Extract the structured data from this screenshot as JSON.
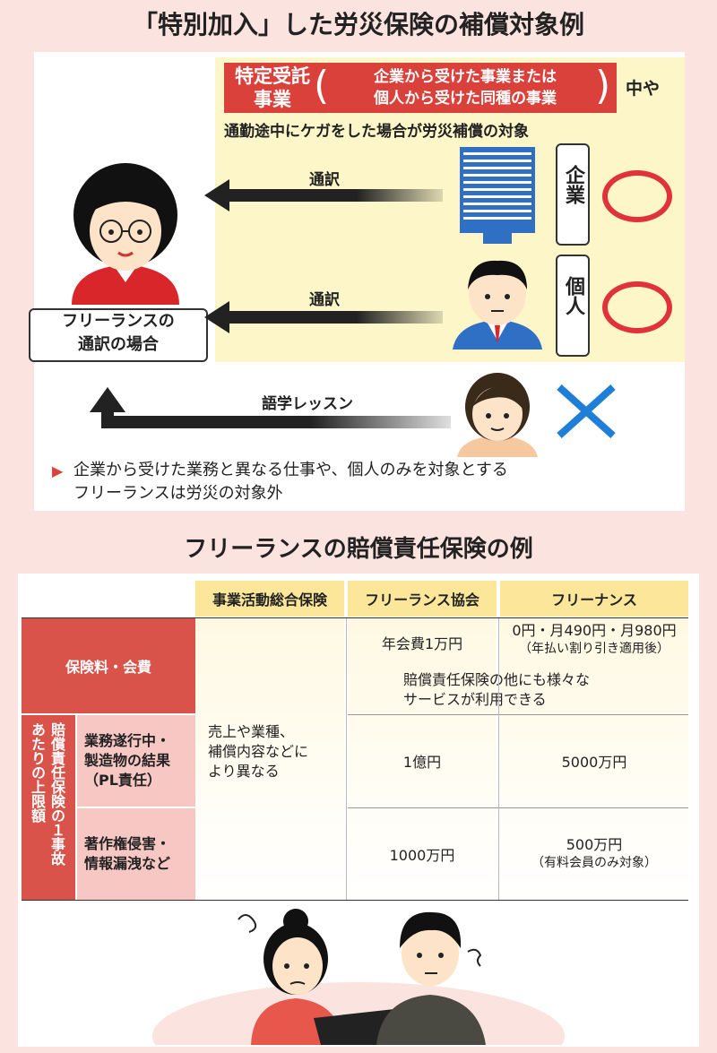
{
  "top": {
    "title": "「特別加入」した労災保険の補償対象例",
    "banner": {
      "main_line1": "特定受託",
      "main_line2": "事業",
      "paren_line1": "企業から受けた事業または",
      "paren_line2": "個人から受けた同種の事業",
      "suffix": "中や"
    },
    "subtitle": "通勤途中にケガをした場合が労災補償の対象",
    "arrow1_label": "通訳",
    "arrow2_label": "通訳",
    "arrow3_label": "語学レッスン",
    "freelance_label_line1": "フリーランスの",
    "freelance_label_line2": "通訳の場合",
    "company_label": "企業",
    "individual_label": "個人",
    "note_bullet": "▶",
    "note_line1": "企業から受けた業務と異なる仕事や、個人のみを対象とする",
    "note_line2": "フリーランスは労災の対象外"
  },
  "bottom": {
    "title": "フリーランスの賠償責任保険の例",
    "columns": [
      "事業活動総合保険",
      "フリーランス協会",
      "フリーナンス"
    ],
    "row_premium": "保険料・会費",
    "vertical_label_1": "賠償責任保険の１事故",
    "vertical_label_2": "あたりの上限額",
    "row_business_line1": "業務遂行中・",
    "row_business_line2": "製造物の結果",
    "row_business_line3": "（PL責任）",
    "row_copyright_line1": "著作権侵害・",
    "row_copyright_line2": "情報漏洩など",
    "col1_value_line1": "売上や業種、",
    "col1_value_line2": "補償内容などに",
    "col1_value_line3": "より異なる",
    "premium_assoc": "年会費1万円",
    "premium_finance_line1": "0円・月490円・月980円",
    "premium_finance_line2": "（年払い割り引き適用後）",
    "service_line1": "賠償責任保険の他にも様々な",
    "service_line2": "サービスが利用できる",
    "business_assoc": "1億円",
    "business_finance": "5000万円",
    "copyright_assoc": "1000万円",
    "copyright_finance_line1": "500万円",
    "copyright_finance_line2": "（有料会員のみ対象）"
  },
  "colors": {
    "red": "#d9413a",
    "yellow": "#fdf6c8",
    "pink": "#fbe3df",
    "circle": "#e0323b",
    "cross": "#1f7fd6"
  }
}
